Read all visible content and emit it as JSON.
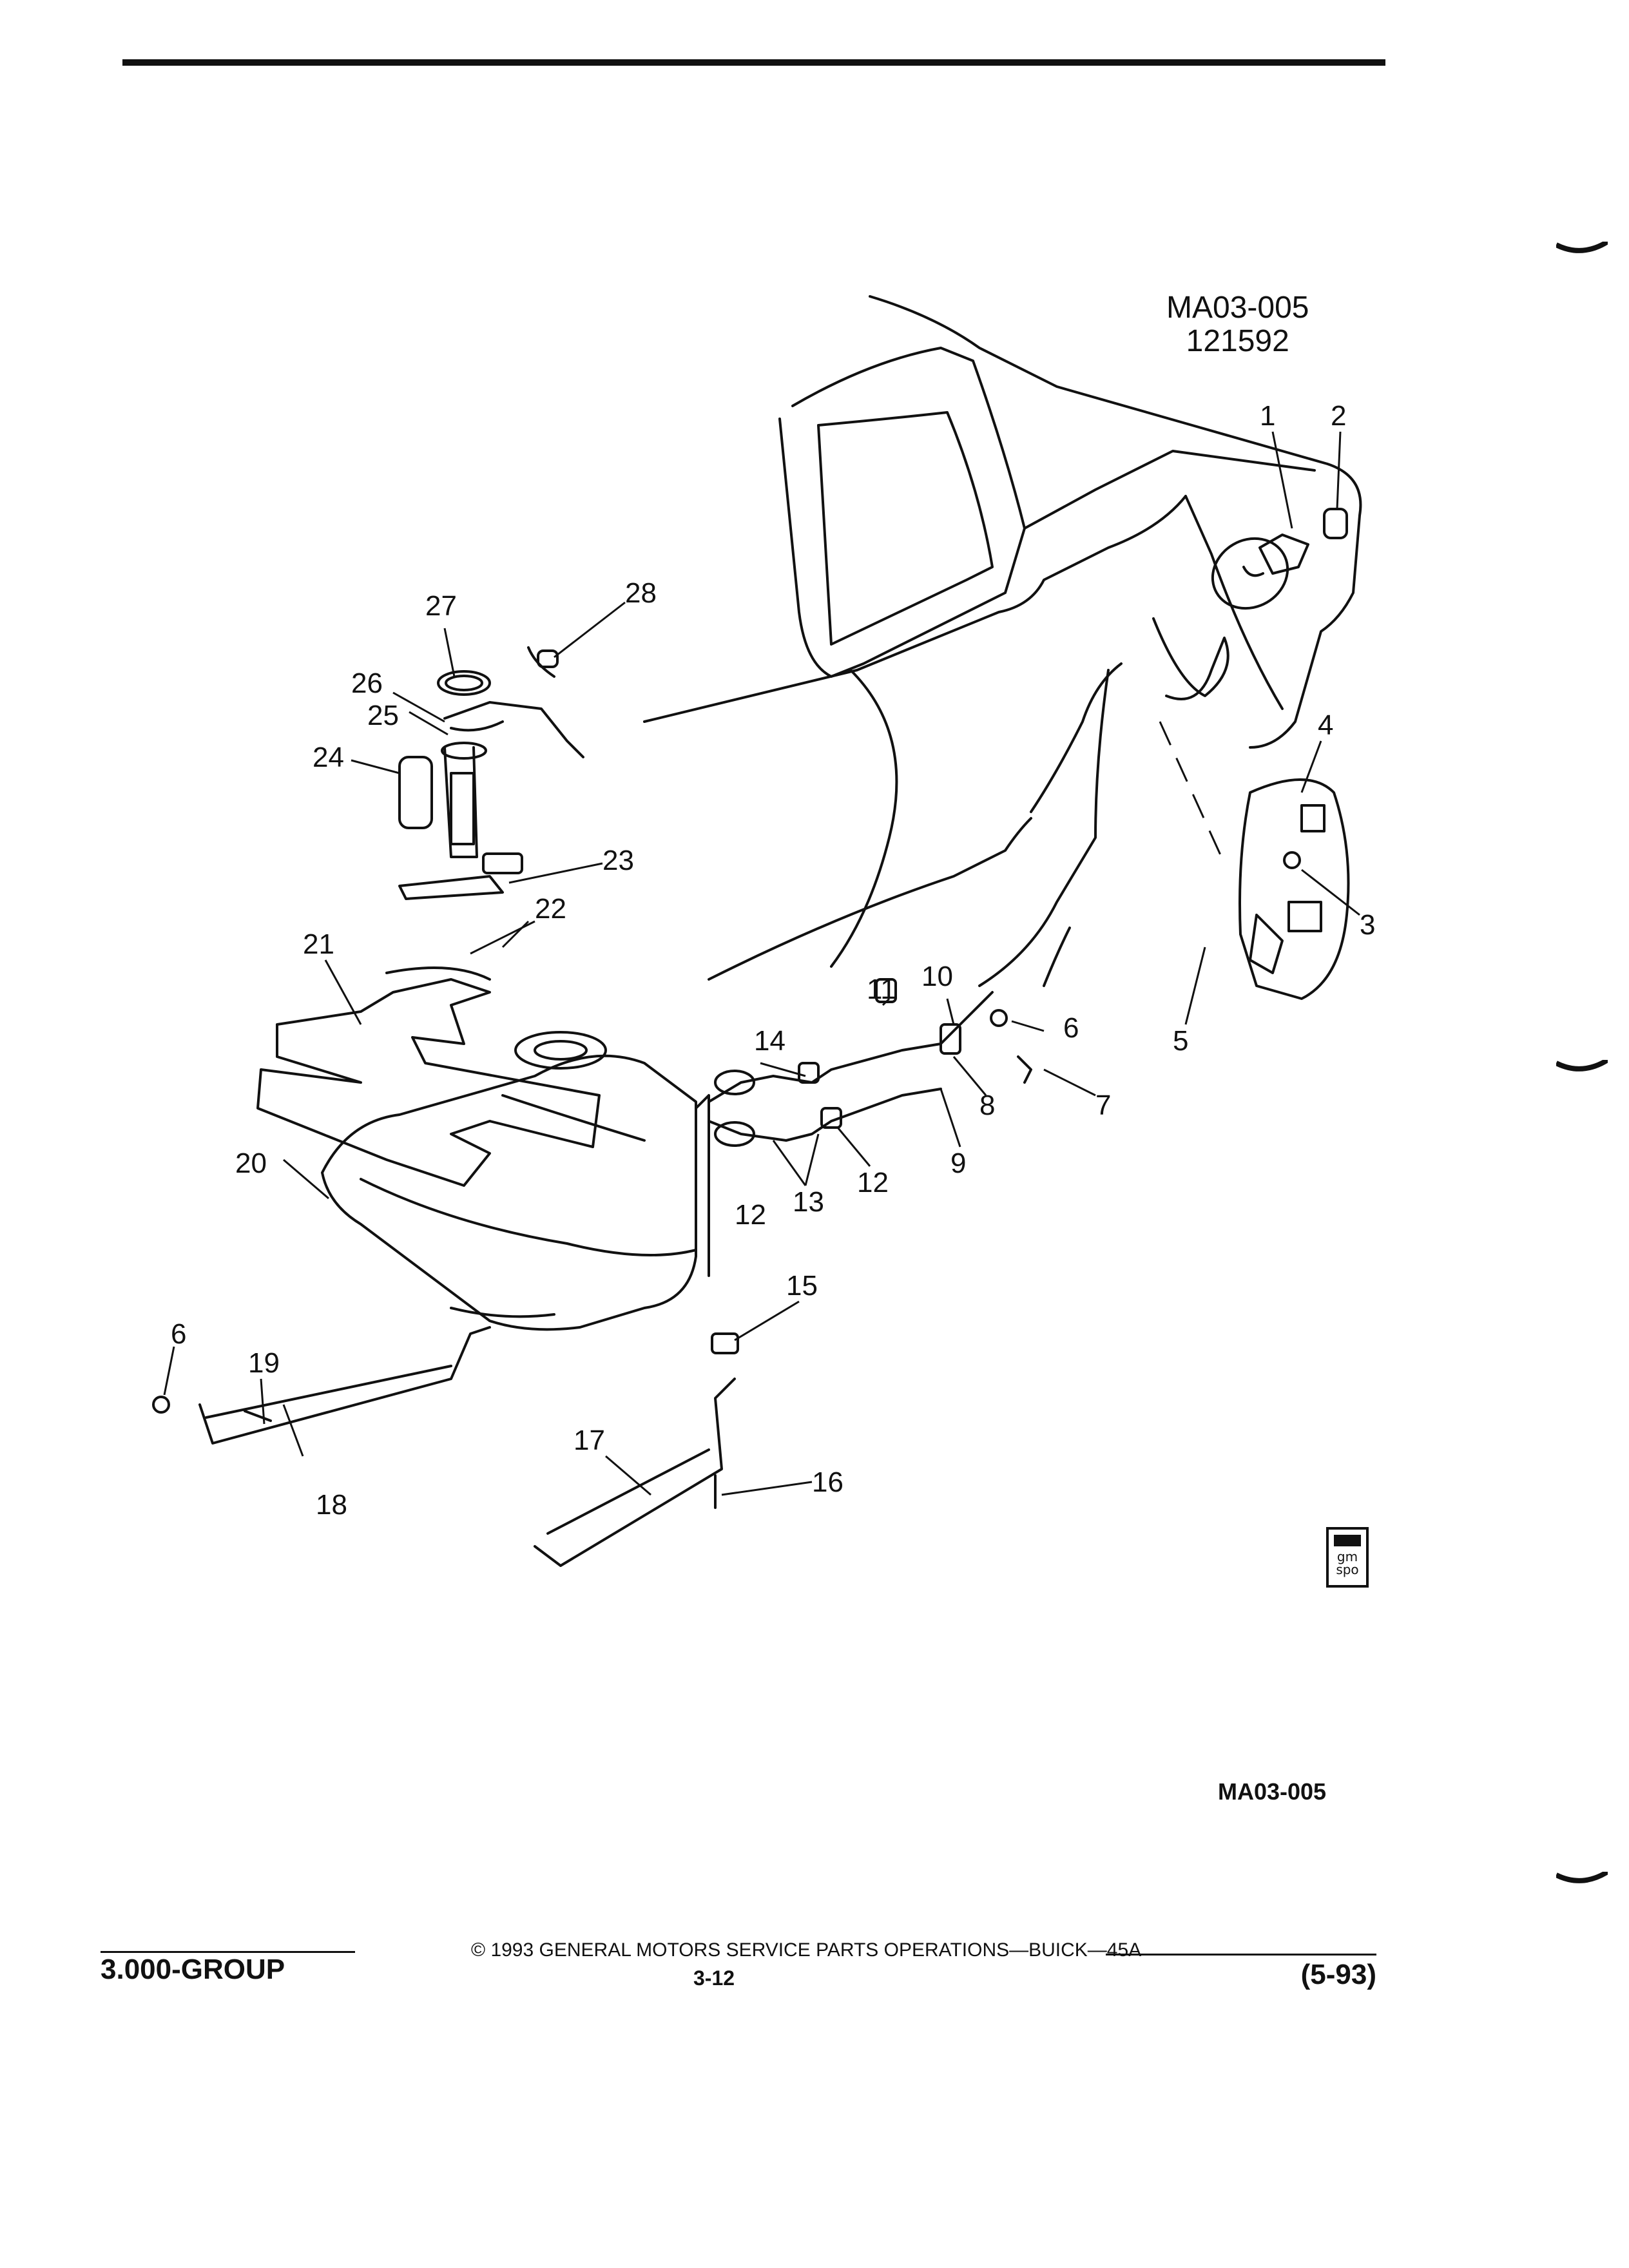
{
  "figure": {
    "id": "MA03-005",
    "number": "121592",
    "bottom_ref": "MA03-005"
  },
  "callouts": [
    "1",
    "2",
    "3",
    "4",
    "5",
    "6",
    "7",
    "8",
    "9",
    "10",
    "11",
    "12",
    "12",
    "13",
    "14",
    "15",
    "16",
    "17",
    "18",
    "19",
    "20",
    "21",
    "22",
    "23",
    "24",
    "25",
    "26",
    "27",
    "28",
    "6"
  ],
  "logo": {
    "text": "gm spo"
  },
  "footer": {
    "group": "3.000-GROUP",
    "copyright": "© 1993 GENERAL MOTORS SERVICE PARTS OPERATIONS—BUICK—45A",
    "page": "3-12",
    "date": "(5-93)"
  }
}
